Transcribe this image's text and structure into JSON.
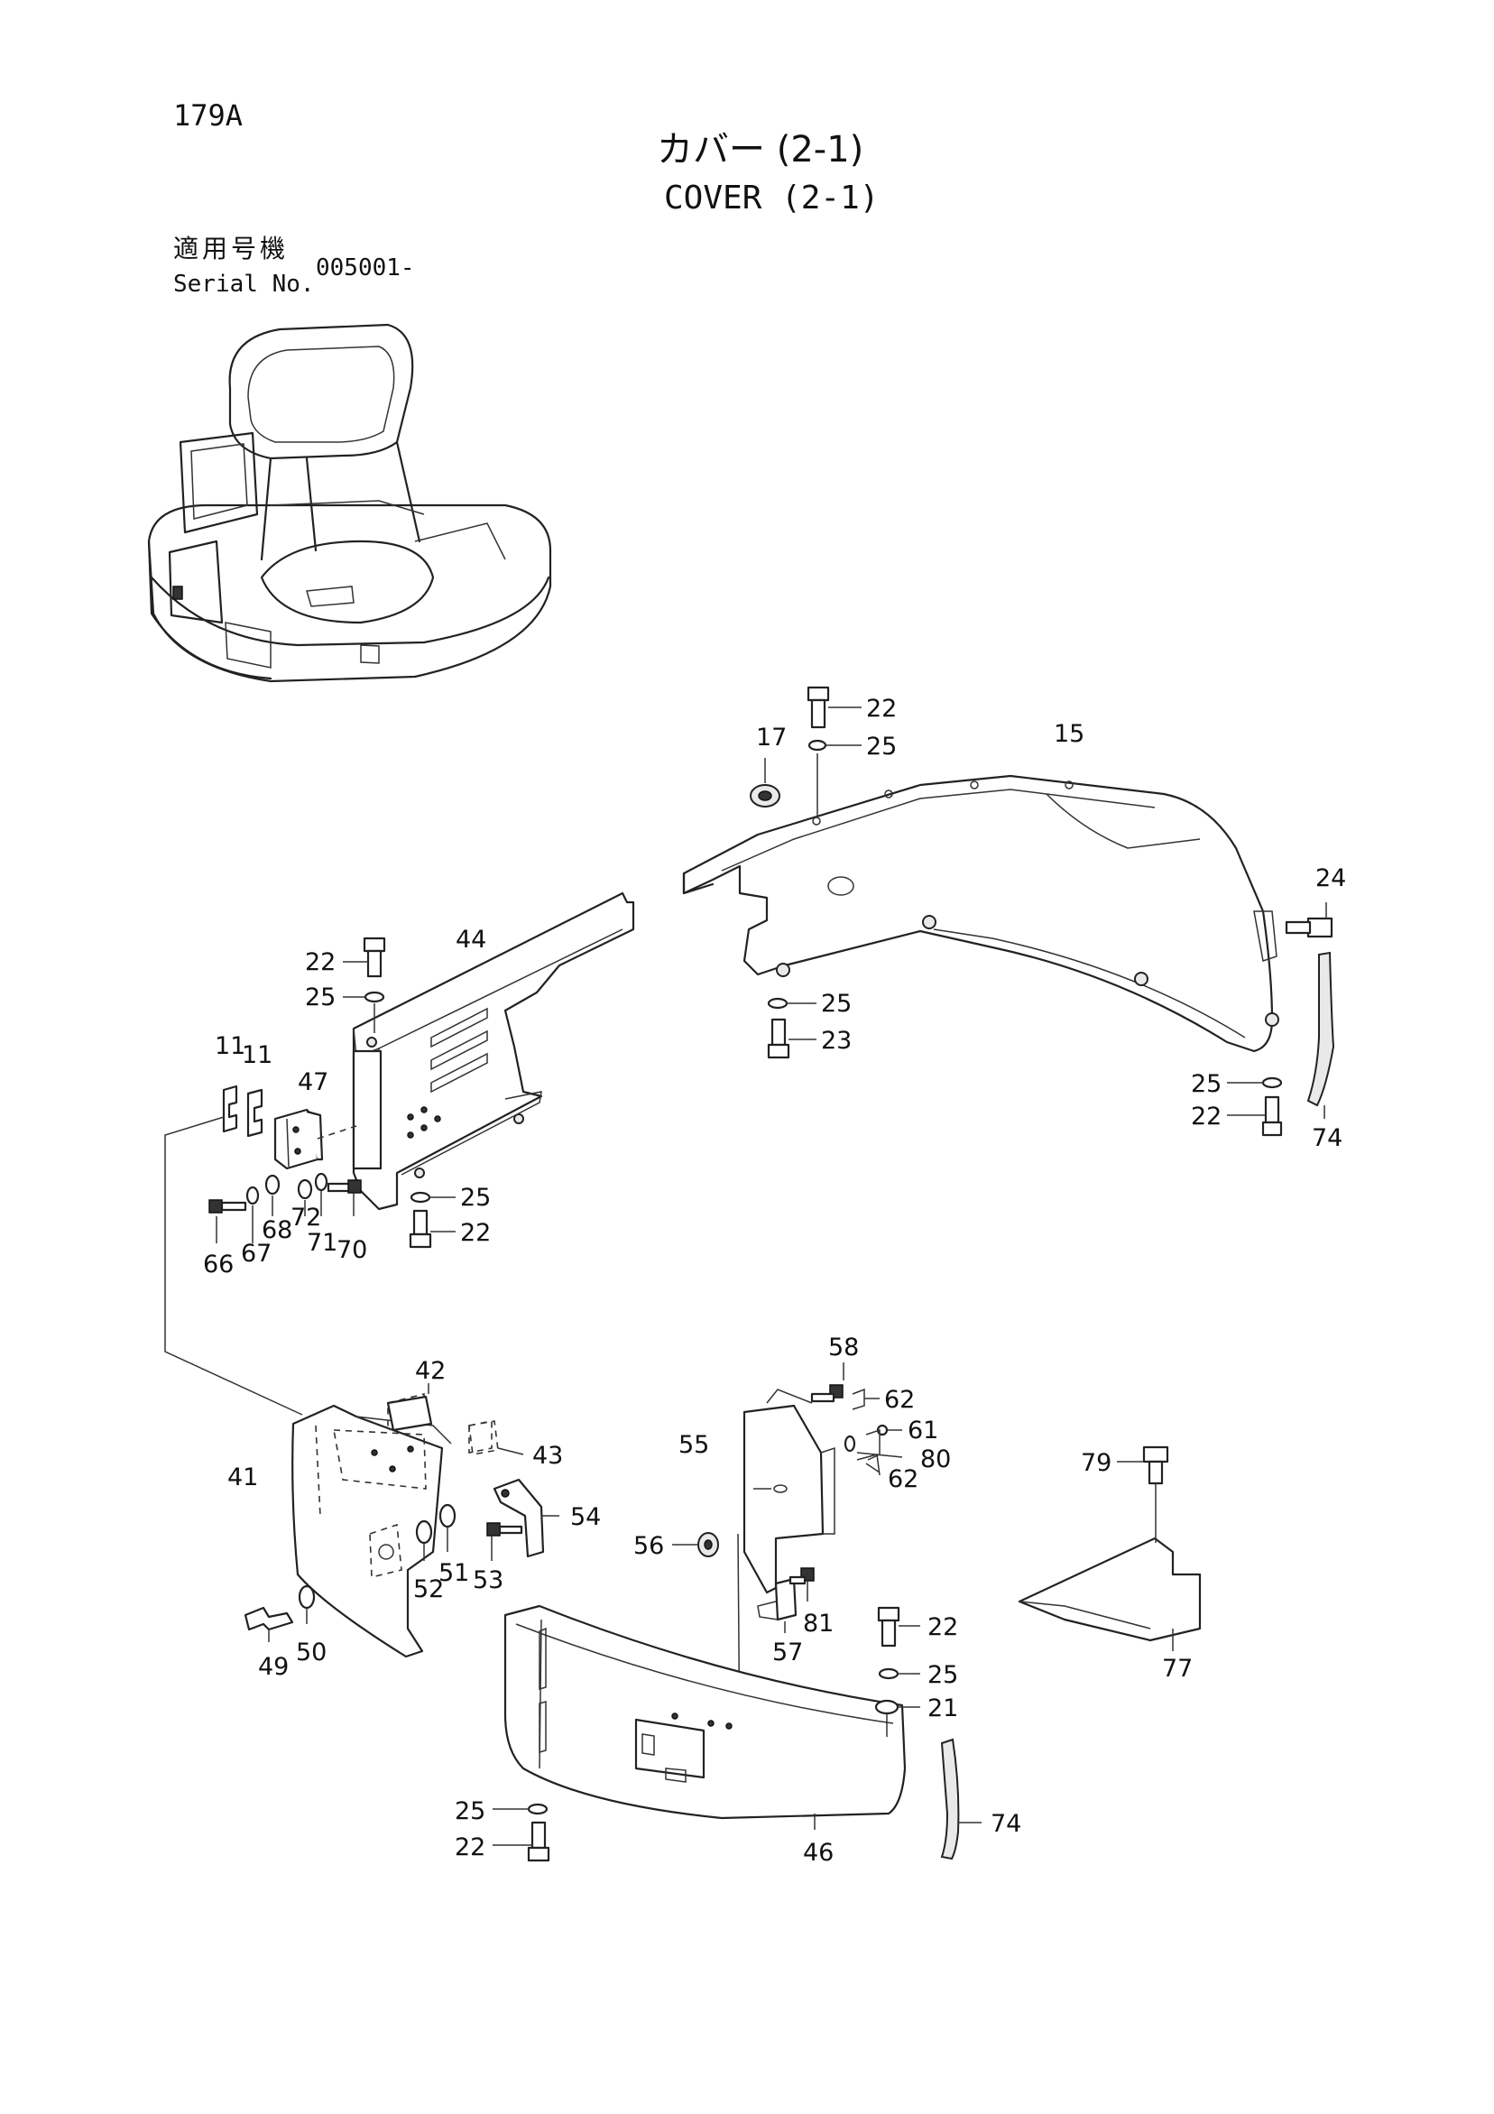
{
  "header": {
    "page_code": "179A",
    "title_ja": "カバー (2-1)",
    "title_en": "COVER (2-1)",
    "serial_label_ja": "適用号機",
    "serial_label_en": "Serial No.",
    "serial_value": "005001-"
  },
  "callouts": [
    {
      "id": "c22a",
      "text": "22"
    },
    {
      "id": "c25a",
      "text": "25"
    },
    {
      "id": "c17",
      "text": "17"
    },
    {
      "id": "c15",
      "text": "15"
    },
    {
      "id": "c24",
      "text": "24"
    },
    {
      "id": "c25b",
      "text": "25"
    },
    {
      "id": "c23",
      "text": "23"
    },
    {
      "id": "c25c",
      "text": "25"
    },
    {
      "id": "c22b",
      "text": "22"
    },
    {
      "id": "c74a",
      "text": "74"
    },
    {
      "id": "c44",
      "text": "44"
    },
    {
      "id": "c22c",
      "text": "22"
    },
    {
      "id": "c25d",
      "text": "25"
    },
    {
      "id": "c11a",
      "text": "11"
    },
    {
      "id": "c11b",
      "text": "11"
    },
    {
      "id": "c47",
      "text": "47"
    },
    {
      "id": "c25e",
      "text": "25"
    },
    {
      "id": "c22d",
      "text": "22"
    },
    {
      "id": "c66",
      "text": "66"
    },
    {
      "id": "c67",
      "text": "67"
    },
    {
      "id": "c68",
      "text": "68"
    },
    {
      "id": "c72",
      "text": "72"
    },
    {
      "id": "c71",
      "text": "71"
    },
    {
      "id": "c70",
      "text": "70"
    },
    {
      "id": "c42",
      "text": "42"
    },
    {
      "id": "c41",
      "text": "41"
    },
    {
      "id": "c43",
      "text": "43"
    },
    {
      "id": "c54",
      "text": "54"
    },
    {
      "id": "c52",
      "text": "52"
    },
    {
      "id": "c51",
      "text": "51"
    },
    {
      "id": "c53",
      "text": "53"
    },
    {
      "id": "c49",
      "text": "49"
    },
    {
      "id": "c50",
      "text": "50"
    },
    {
      "id": "c58",
      "text": "58"
    },
    {
      "id": "c62a",
      "text": "62"
    },
    {
      "id": "c61",
      "text": "61"
    },
    {
      "id": "c55",
      "text": "55"
    },
    {
      "id": "c80",
      "text": "80"
    },
    {
      "id": "c62b",
      "text": "62"
    },
    {
      "id": "c56",
      "text": "56"
    },
    {
      "id": "c81",
      "text": "81"
    },
    {
      "id": "c57",
      "text": "57"
    },
    {
      "id": "c79",
      "text": "79"
    },
    {
      "id": "c77",
      "text": "77"
    },
    {
      "id": "c22e",
      "text": "22"
    },
    {
      "id": "c25f",
      "text": "25"
    },
    {
      "id": "c21",
      "text": "21"
    },
    {
      "id": "c74b",
      "text": "74"
    },
    {
      "id": "c25g",
      "text": "25"
    },
    {
      "id": "c22f",
      "text": "22"
    },
    {
      "id": "c46",
      "text": "46"
    }
  ]
}
